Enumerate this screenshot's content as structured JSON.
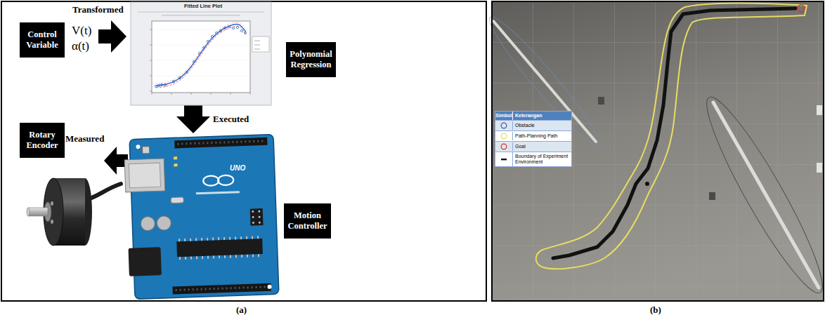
{
  "diagram": {
    "nodes": [
      {
        "text": [
          "Control Variable"
        ]
      },
      {
        "text": [
          "Polynomial Regression"
        ]
      },
      {
        "text": [
          "Motion Controller"
        ]
      },
      {
        "text": [
          "Rotary Encoder"
        ]
      }
    ],
    "labels": [
      "Transformed",
      "V(t)",
      "α(t)",
      "Fitted Line Plot",
      "Executed",
      "UNO",
      "Measured",
      "(a)",
      "Simbol",
      "Keterangan",
      "(b)"
    ],
    "legend": [
      {
        "text": "Obstacle"
      },
      {
        "text": "Path-Planning Path"
      },
      {
        "text": "Goal"
      },
      {
        "text": "Boundary of Experiment Environment"
      }
    ]
  }
}
